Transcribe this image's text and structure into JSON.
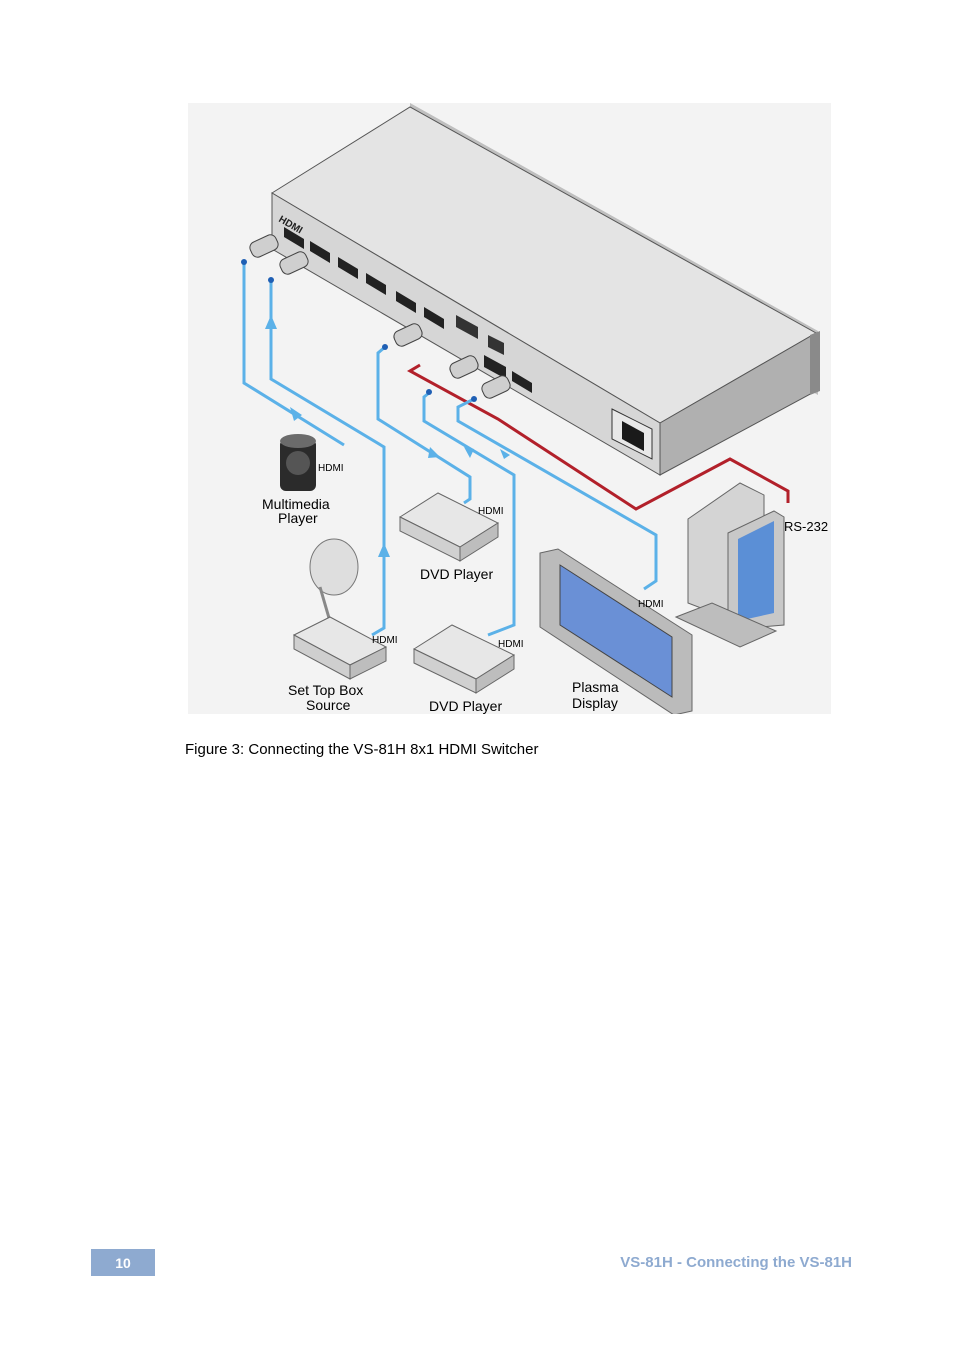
{
  "figure": {
    "labels": {
      "multimedia_player_line1": "Multimedia",
      "multimedia_player_line2": "Player",
      "set_top_box_line1": "Set Top Box",
      "set_top_box_line2": "Source",
      "dvd_player_1": "DVD Player",
      "dvd_player_2": "DVD Player",
      "plasma_line1": "Plasma",
      "plasma_line2": "Display",
      "rs232": "RS-232",
      "hdmi_multimedia": "HDMI",
      "hdmi_dvd1": "HDMI",
      "hdmi_settop": "HDMI",
      "hdmi_dvd2": "HDMI",
      "hdmi_plasma": "HDMI",
      "device_logo": "HDMI"
    },
    "colors": {
      "cable": "#5bb1e8",
      "rs232": "#b2202a",
      "background": "#f3f3f3"
    }
  },
  "caption": "Figure 3: Connecting the VS-81H 8x1 HDMI Switcher",
  "footer": {
    "page_number": "10",
    "title": "VS-81H - Connecting the VS-81H",
    "color": "#8eaad0"
  }
}
